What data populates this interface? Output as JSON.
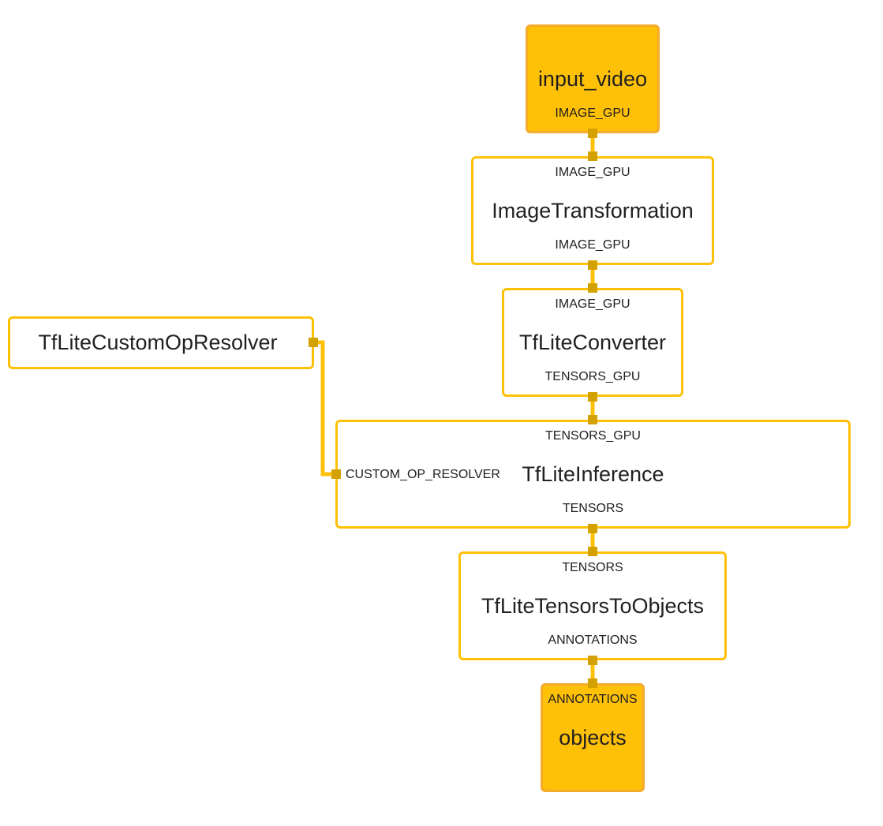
{
  "colors": {
    "node_border": "#ffc107",
    "io_fill": "#ffc107",
    "io_border": "#f5ab2e",
    "edge": "#ffc107",
    "handle": "#d4a200"
  },
  "nodes": {
    "input_video": {
      "title": "input_video",
      "out_port": "IMAGE_GPU"
    },
    "image_transformation": {
      "title": "ImageTransformation",
      "in_port": "IMAGE_GPU",
      "out_port": "IMAGE_GPU"
    },
    "tflite_converter": {
      "title": "TfLiteConverter",
      "in_port": "IMAGE_GPU",
      "out_port": "TENSORS_GPU"
    },
    "tflite_custom_op_resolver": {
      "title": "TfLiteCustomOpResolver"
    },
    "tflite_inference": {
      "title": "TfLiteInference",
      "in_port": "TENSORS_GPU",
      "side_port": "CUSTOM_OP_RESOLVER",
      "out_port": "TENSORS"
    },
    "tflite_tensors_to_objects": {
      "title": "TfLiteTensorsToObjects",
      "in_port": "TENSORS",
      "out_port": "ANNOTATIONS"
    },
    "objects": {
      "title": "objects",
      "in_port": "ANNOTATIONS"
    }
  }
}
